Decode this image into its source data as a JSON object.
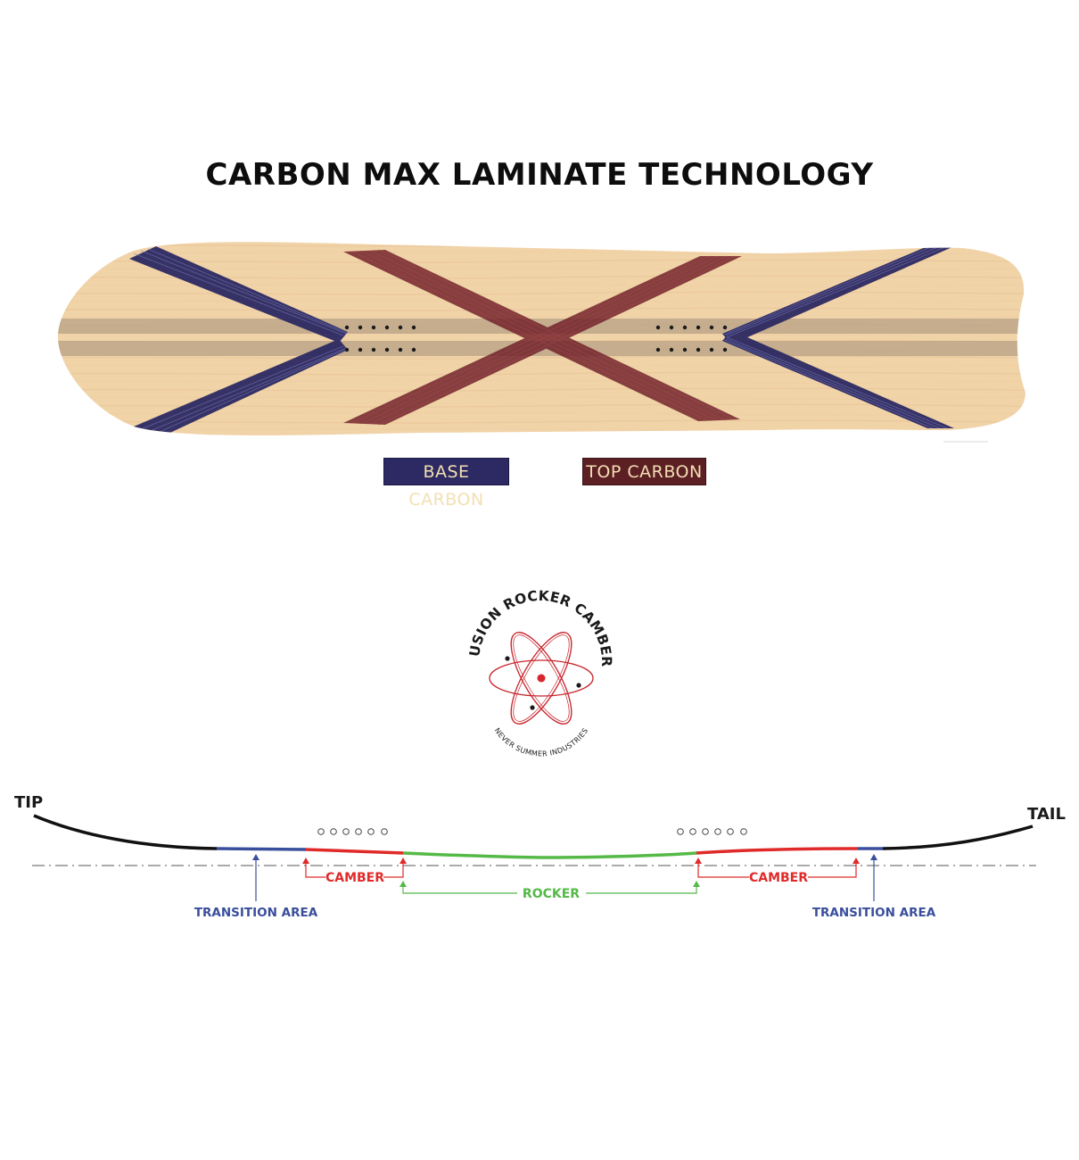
{
  "title": "CARBON MAX LAMINATE  TECHNOLOGY",
  "legend": {
    "base_carbon": "BASE CARBON",
    "top_carbon": "TOP CARBON"
  },
  "colors": {
    "base_carbon": "#2d2a63",
    "top_carbon": "#6e1f28",
    "camber": "#e02a2a",
    "rocker": "#55b947",
    "transition": "#3a4f9c",
    "wood": "#f1d3a8"
  },
  "logo": {
    "top_text": "FUSION ROCKER CAMBER",
    "bottom_text": "NEVER SUMMER INDUSTRIES"
  },
  "profile": {
    "tip_label": "TIP",
    "tail_label": "TAIL",
    "camber_label": "CAMBER",
    "rocker_label": "ROCKER",
    "transition_label": "TRANSITION AREA"
  }
}
